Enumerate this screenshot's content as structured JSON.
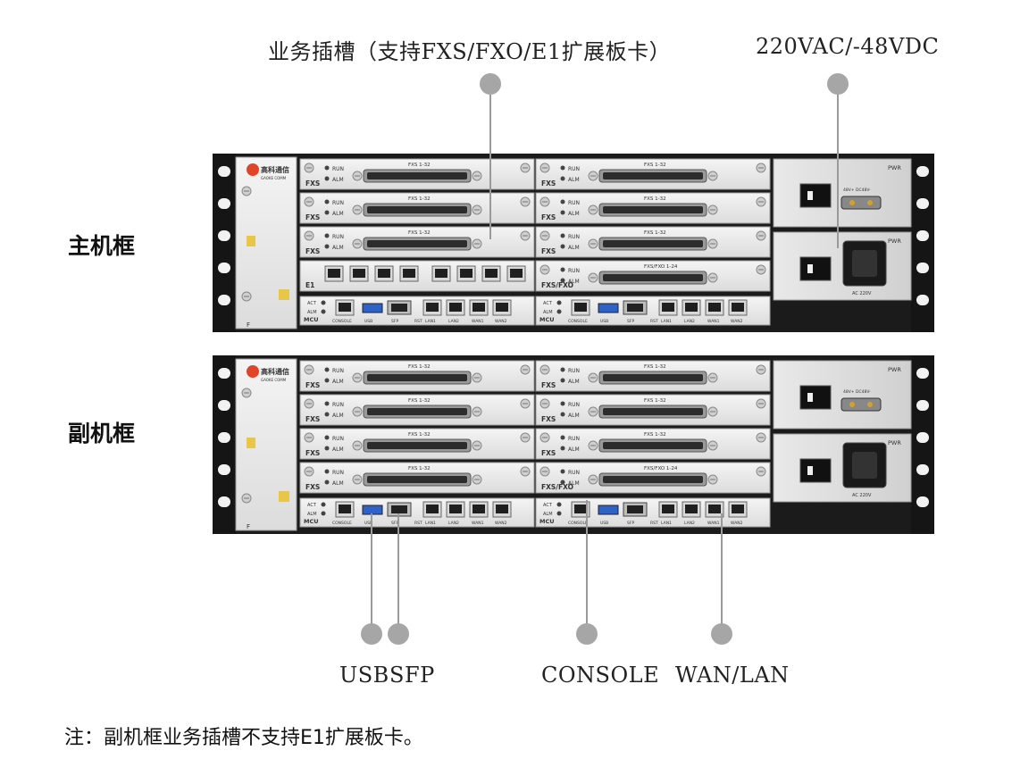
{
  "callouts": {
    "slots": "业务插槽（支持FXS/FXO/E1扩展板卡）",
    "power": "220VAC/-48VDC",
    "usb": "USB",
    "sfp": "SFP",
    "console": "CONSOLE",
    "wanlan": "WAN/LAN"
  },
  "chassis": {
    "main_label": "主机框",
    "sub_label": "副机框",
    "brand": "高科通信",
    "brand_sub": "GAOKE COMM",
    "psu_label": "PWR",
    "psu_top_text": "48V+   DC48V-",
    "psu_ac_text": "AC 220V",
    "run": "RUN",
    "alm": "ALM",
    "act": "ACT",
    "fxs": "FXS",
    "e1": "E1",
    "fxs_fxo": "FXS/FXO",
    "mcu": "MCU",
    "fxs_range": "FXS 1-32",
    "fxsfxo_range": "FXS/FXO 1-24",
    "port_console": "CONSOLE",
    "port_usb": "USB",
    "port_sfp": "SFP",
    "port_rst": "RST",
    "lan1": "LAN1",
    "lan2": "LAN2",
    "wan1": "WAN1",
    "wan2": "WAN2",
    "f": "F"
  },
  "note": "注：副机框业务插槽不支持E1扩展板卡。"
}
